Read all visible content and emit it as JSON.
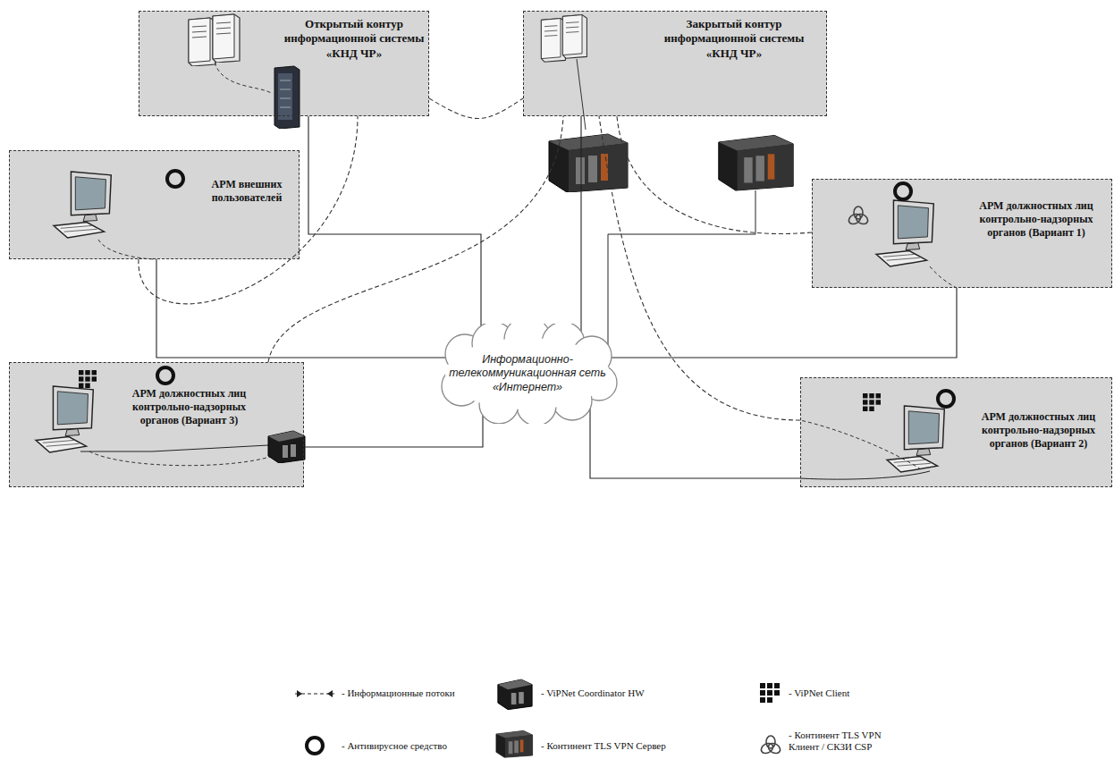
{
  "diagram": {
    "nodes": [
      {
        "text": [
          "Открытый контур информационной системы «КНД ЧР»"
        ]
      },
      {
        "text": [
          "Закрытый контур информационной системы «КНД ЧР»"
        ]
      },
      {
        "text": [
          "АРМ внешних пользователей"
        ]
      },
      {
        "text": [
          "АРМ должностных лиц контрольно-надзорных органов (Вариант 1)"
        ]
      },
      {
        "text": [
          "Информационно- телекоммуникационная сеть «Интернет»"
        ]
      },
      {
        "text": [
          "АРМ должностных лиц контрольно-надзорных органов (Вариант 3)"
        ]
      },
      {
        "text": [
          "АРМ должностных лиц контрольно-надзорных органов (Вариант 2)"
        ]
      }
    ],
    "edges": [
      {
        "from": 0,
        "to": 4,
        "arrow": "none"
      },
      {
        "from": 1,
        "to": 4,
        "arrow": "none"
      },
      {
        "from": 2,
        "to": 4,
        "arrow": "none"
      },
      {
        "from": 3,
        "to": 4,
        "arrow": "none"
      },
      {
        "from": 5,
        "to": 4,
        "arrow": "none"
      },
      {
        "from": 6,
        "to": 4,
        "arrow": "none"
      },
      {
        "from": 0,
        "to": 1,
        "arrow": "none"
      },
      {
        "from": 2,
        "to": 0,
        "arrow": "none"
      },
      {
        "from": 5,
        "to": 1,
        "arrow": "none"
      },
      {
        "from": 3,
        "to": 1,
        "arrow": "none"
      },
      {
        "from": 6,
        "to": 1,
        "arrow": "none"
      }
    ],
    "legend": [
      {
        "text": "- Информационные потоки"
      },
      {
        "text": "- ViPNet Coordinator HW"
      },
      {
        "text": "- ViPNet Client"
      },
      {
        "text": "- Антивирусное средство"
      },
      {
        "text": "- Континент TLS VPN Сервер"
      },
      {
        "text": "- Континент TLS VPN Клиент / СКЗИ CSP"
      }
    ]
  }
}
